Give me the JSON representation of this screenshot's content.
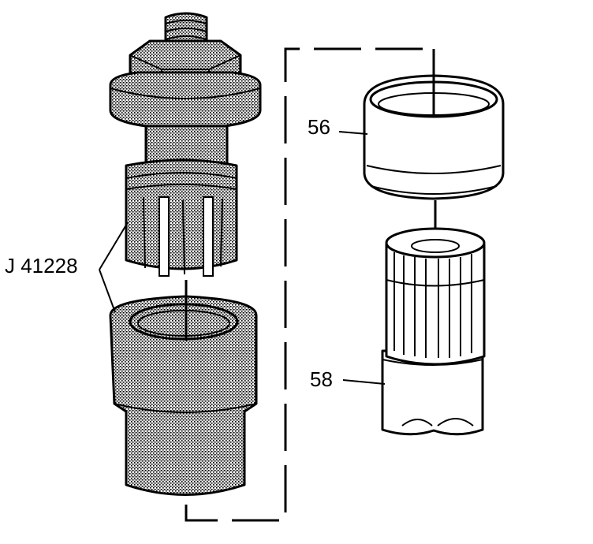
{
  "callouts": {
    "tool": "J 41228",
    "part_upper": "56",
    "part_lower": "58"
  },
  "colors": {
    "ink": "#000000",
    "paper": "#ffffff",
    "tool_fill": "#8a8a8a"
  }
}
